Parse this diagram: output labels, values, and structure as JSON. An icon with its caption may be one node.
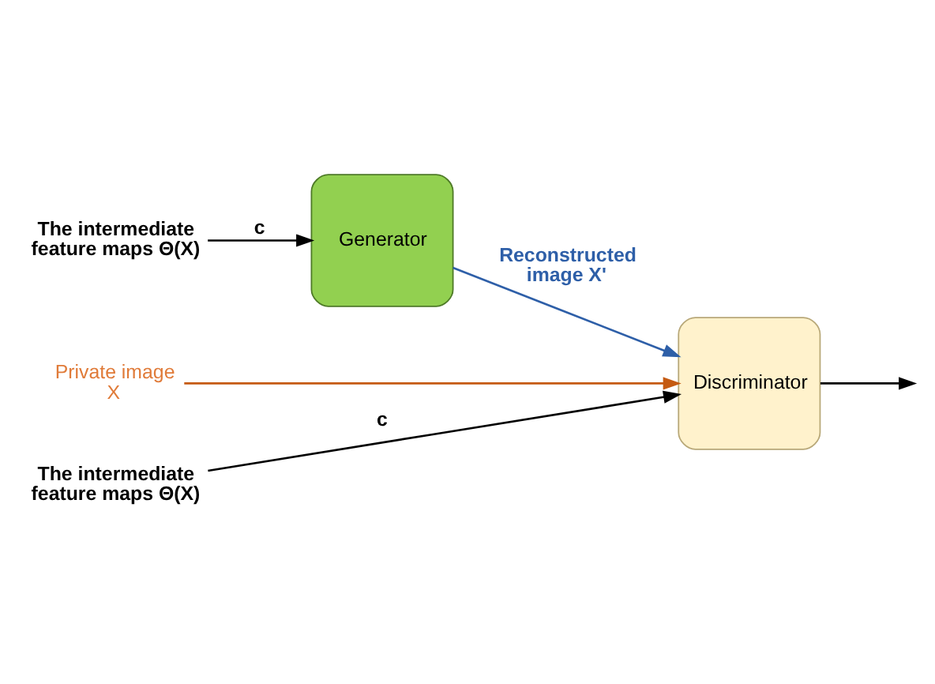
{
  "diagram": {
    "nodes": [
      {
        "text": [
          "The intermediate feature maps Θ(X)"
        ]
      },
      {
        "text": [
          "Generator"
        ]
      },
      {
        "text": [
          "Discriminator"
        ]
      },
      {
        "text": [
          "Private image",
          "X"
        ]
      },
      {
        "text": [
          "The intermediate feature maps Θ(X)"
        ]
      }
    ],
    "edges": [
      {
        "from": 0,
        "to": 1,
        "arrow": "to",
        "label": "c"
      },
      {
        "from": 1,
        "to": 2,
        "arrow": "to",
        "label": "Reconstructed image X'",
        "color": "#2e5fa8"
      },
      {
        "from": 3,
        "to": 2,
        "arrow": "to",
        "color": "#c55a11"
      },
      {
        "from": 4,
        "to": 2,
        "arrow": "to",
        "label": "c"
      },
      {
        "from": 2,
        "to": null,
        "arrow": "to"
      }
    ]
  }
}
